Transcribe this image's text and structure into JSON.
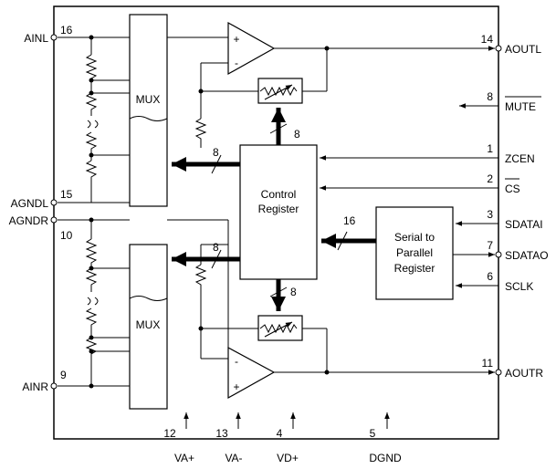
{
  "pins": {
    "ainl": {
      "label": "AINL",
      "number": "16"
    },
    "agndl": {
      "label": "AGNDL",
      "number": "15"
    },
    "agndr": {
      "label": "AGNDR",
      "number": "10"
    },
    "ainr": {
      "label": "AINR",
      "number": "9"
    },
    "aoutl": {
      "label": "AOUTL",
      "number": "14"
    },
    "mute": {
      "label": "MUTE",
      "number": "8"
    },
    "zcen": {
      "label": "ZCEN",
      "number": "1"
    },
    "cs": {
      "label": "CS",
      "number": "2"
    },
    "sdatai": {
      "label": "SDATAI",
      "number": "3"
    },
    "sdatao": {
      "label": "SDATAO",
      "number": "7"
    },
    "sclk": {
      "label": "SCLK",
      "number": "6"
    },
    "aoutr": {
      "label": "AOUTR",
      "number": "11"
    },
    "vap": {
      "label": "VA+",
      "number": "12"
    },
    "vam": {
      "label": "VA-",
      "number": "13"
    },
    "vdp": {
      "label": "VD+",
      "number": "4"
    },
    "dgnd": {
      "label": "DGND",
      "number": "5"
    }
  },
  "blocks": {
    "mux_top": "MUX",
    "mux_bottom": "MUX",
    "control_line1": "Control",
    "control_line2": "Register",
    "serial_line1": "Serial to",
    "serial_line2": "Parallel",
    "serial_line3": "Register"
  },
  "bus_widths": {
    "to_pot_top": "8",
    "to_mux_top": "8",
    "to_mux_bottom": "8",
    "to_pot_bottom": "8",
    "serial_bus": "16"
  },
  "opamp_signs": {
    "top_plus": "+",
    "top_minus": "-",
    "bottom_minus": "-",
    "bottom_plus": "+"
  }
}
